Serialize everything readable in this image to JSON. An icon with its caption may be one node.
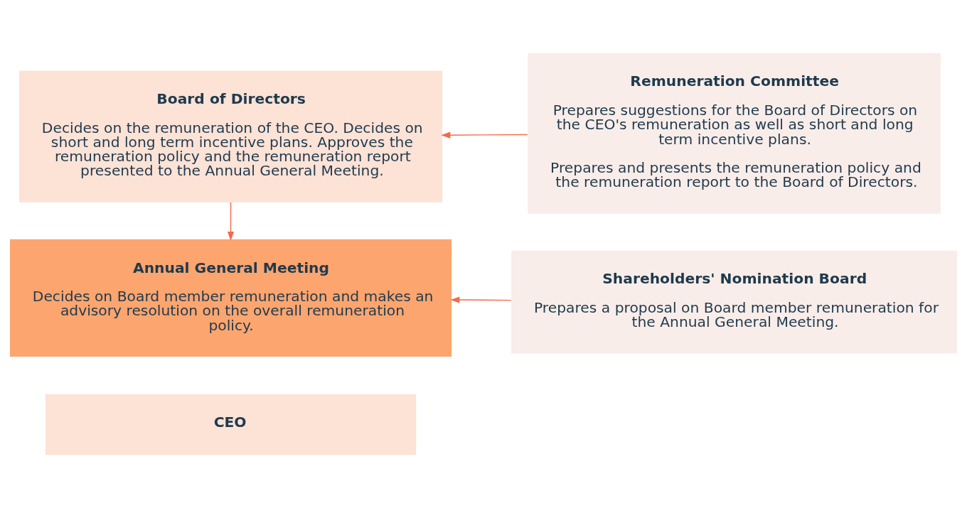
{
  "diagram": {
    "nodes": [
      {
        "text": [
          "Annual General Meeting",
          "Decides on Board member remuneration and makes an advisory resolution on the overall remuneration policy."
        ]
      },
      {
        "text": [
          "Shareholders' Nomination Board",
          "Prepares a proposal on Board member remuneration for the Annual General Meeting."
        ]
      },
      {
        "text": [
          "Board of Directors",
          "Decides on the remuneration of the CEO. Decides on short and long term incentive plans. Approves the remuneration policy and the remuneration report presented to the Annual General Meeting."
        ]
      },
      {
        "text": [
          "Remuneration Committee",
          "Prepares suggestions for the Board of Directors on the CEO's remuneration as well as short and long term incentive plans.",
          "Prepares and presents the remuneration policy and the remuneration report to the Board of Directors."
        ]
      },
      {
        "text": [
          "CEO"
        ]
      }
    ],
    "edges": [
      {
        "from": 1,
        "to": 0,
        "arrow": "to"
      },
      {
        "from": 2,
        "to": 0,
        "arrow": "to"
      },
      {
        "from": 3,
        "to": 2,
        "arrow": "to"
      }
    ]
  }
}
